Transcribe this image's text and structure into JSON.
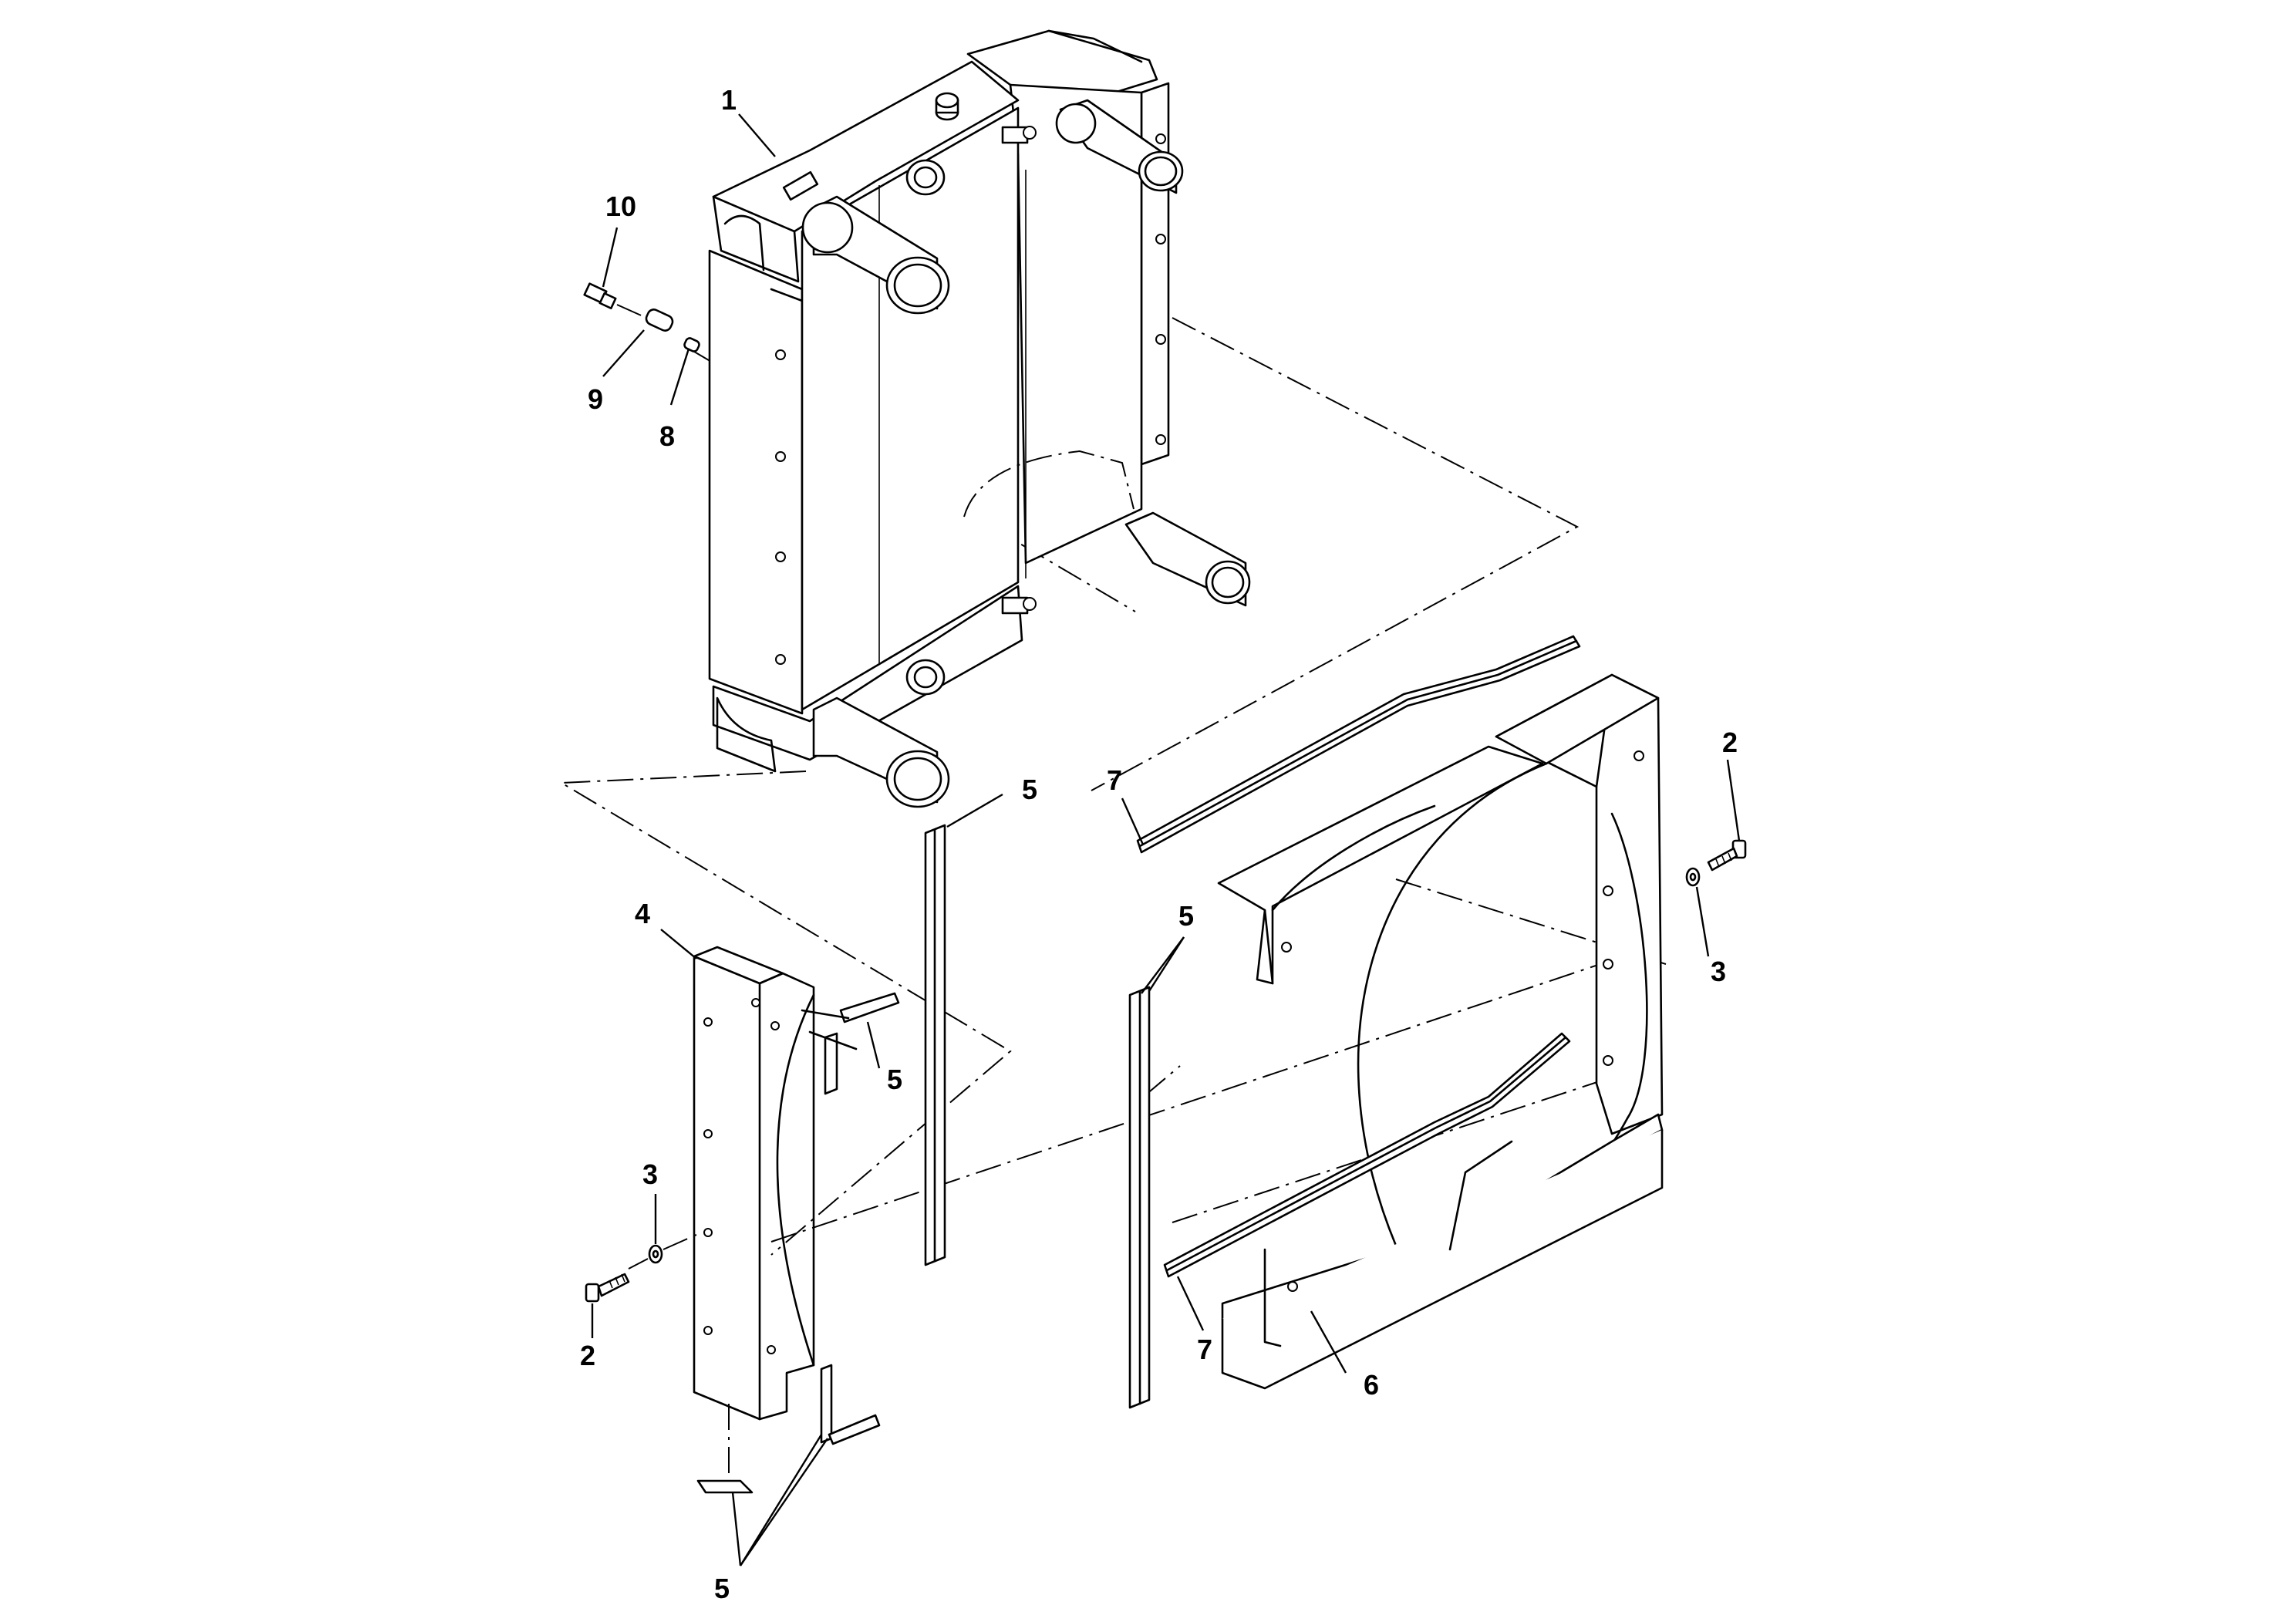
{
  "callouts": [
    {
      "id": "c1",
      "text": "1"
    },
    {
      "id": "c10",
      "text": "10"
    },
    {
      "id": "c9",
      "text": "9"
    },
    {
      "id": "c8",
      "text": "8"
    },
    {
      "id": "c5a",
      "text": "5"
    },
    {
      "id": "c7a",
      "text": "7"
    },
    {
      "id": "c2a",
      "text": "2"
    },
    {
      "id": "c3a",
      "text": "3"
    },
    {
      "id": "c4",
      "text": "4"
    },
    {
      "id": "c5b",
      "text": "5"
    },
    {
      "id": "c5c",
      "text": "5"
    },
    {
      "id": "c3b",
      "text": "3"
    },
    {
      "id": "c2b",
      "text": "2"
    },
    {
      "id": "c7b",
      "text": "7"
    },
    {
      "id": "c6",
      "text": "6"
    },
    {
      "id": "c5d",
      "text": "5"
    }
  ]
}
